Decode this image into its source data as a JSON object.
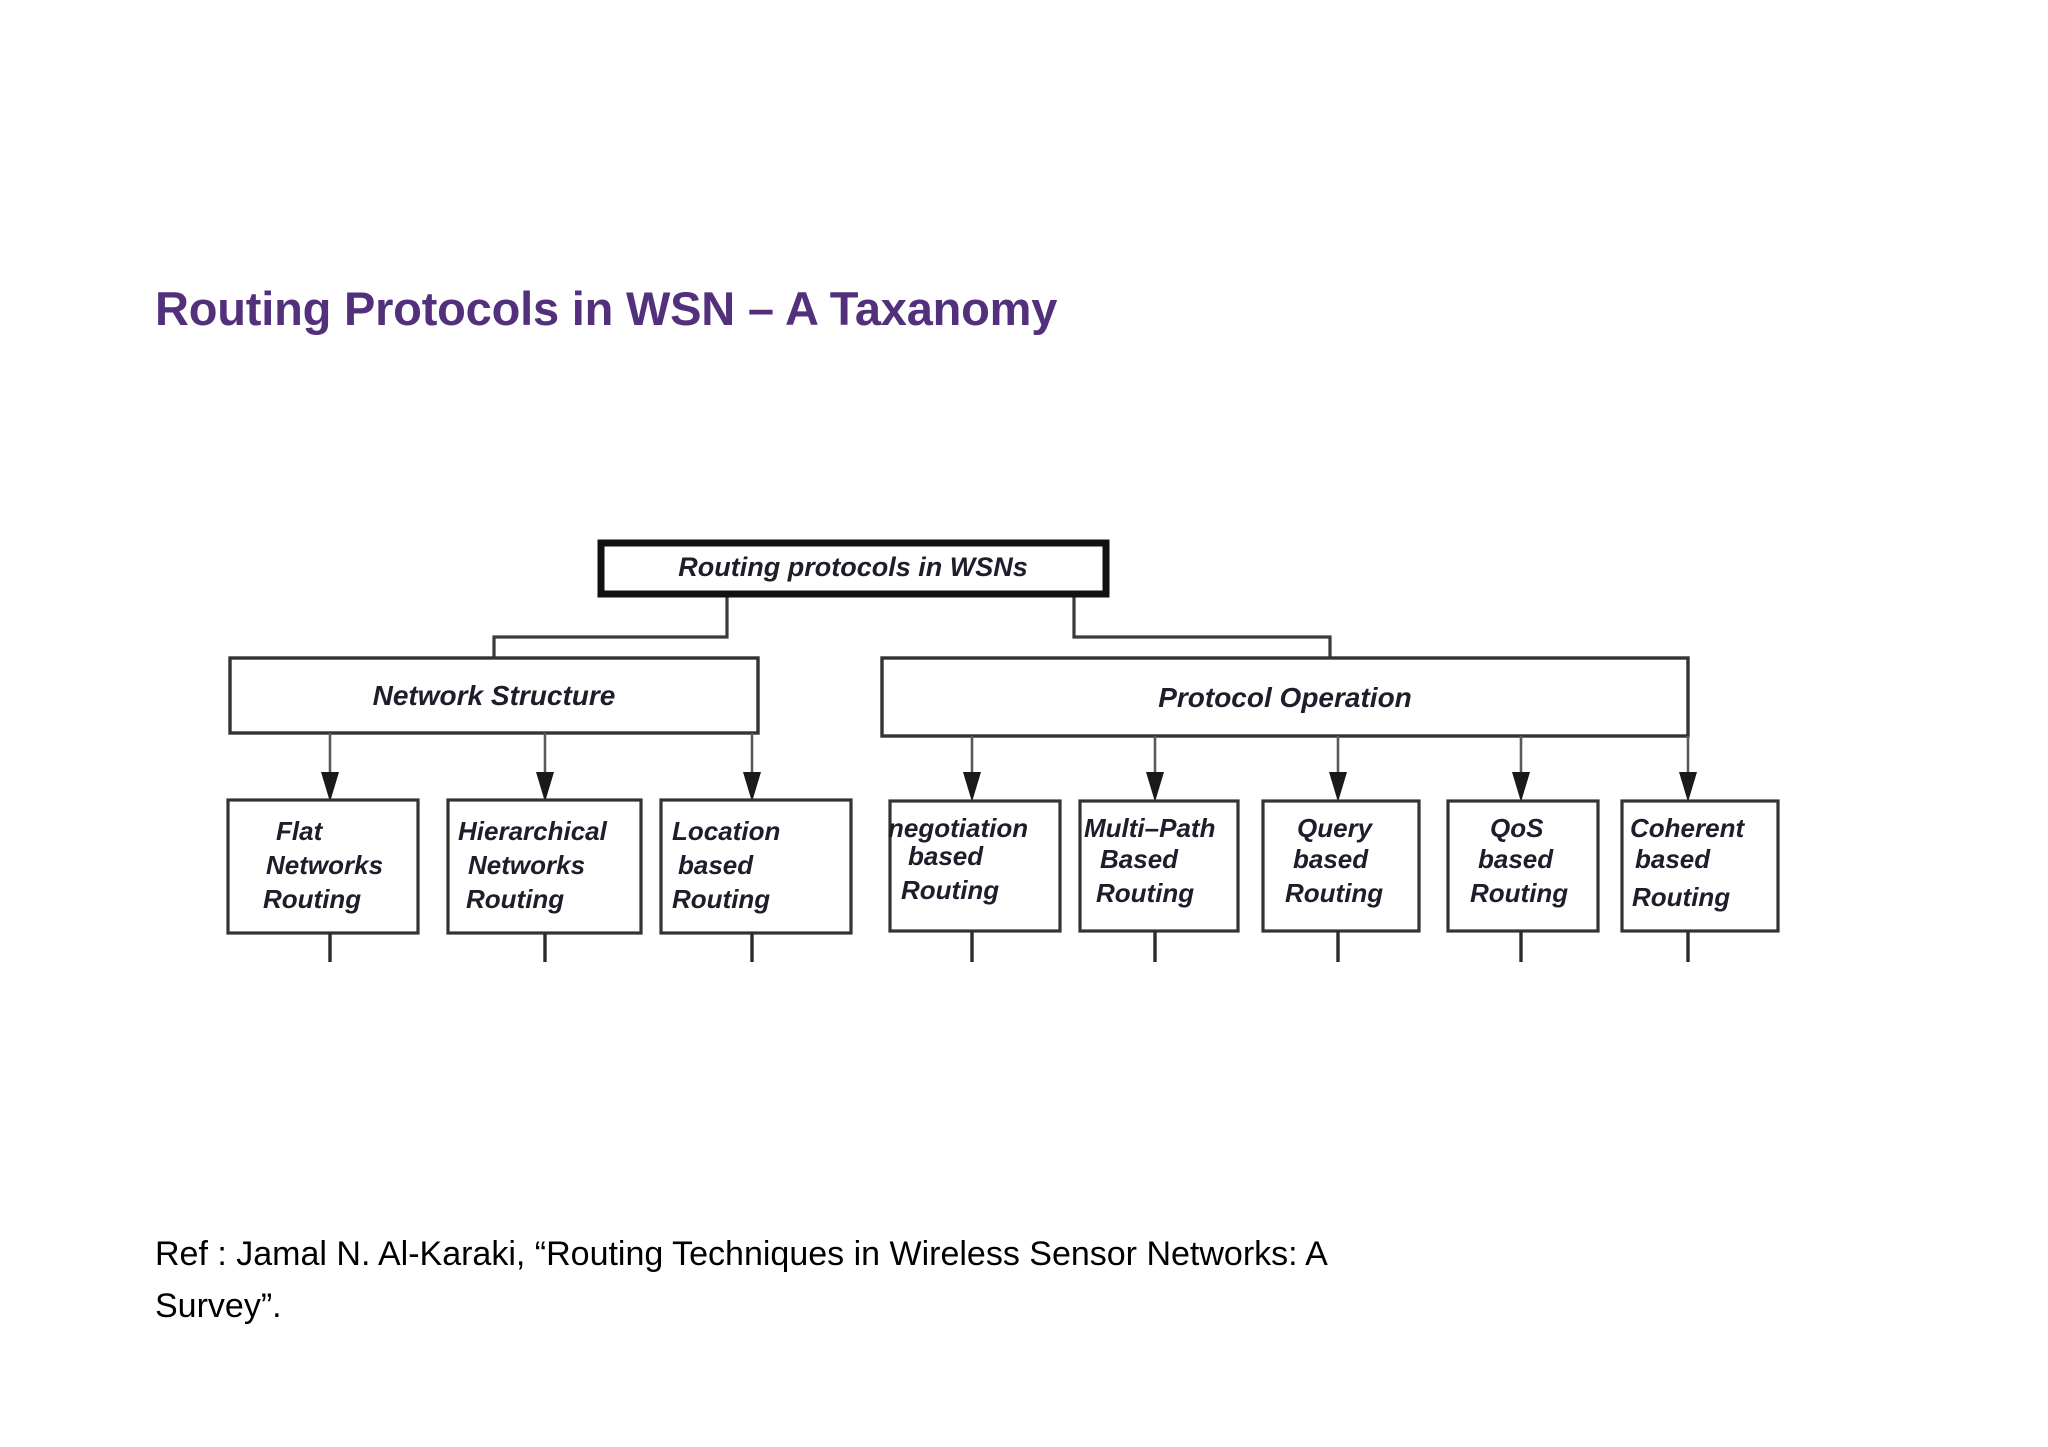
{
  "slide": {
    "title": "Routing Protocols in WSN – A Taxanomy",
    "background_color": "#ffffff",
    "title_color": "#52307c"
  },
  "diagram": {
    "type": "tree",
    "root": {
      "label": "Routing protocols in WSNs"
    },
    "branches": [
      {
        "label": "Network Structure",
        "children": [
          {
            "line1": "Flat",
            "line2": "Networks",
            "line3": "Routing"
          },
          {
            "line1": "Hierarchical",
            "line2": "Networks",
            "line3": "Routing"
          },
          {
            "line1": "Location",
            "line2": "based",
            "line3": "Routing"
          }
        ]
      },
      {
        "label": "Protocol Operation",
        "children": [
          {
            "line1": "negotiation",
            "line2": "based",
            "line3": "Routing"
          },
          {
            "line1": "Multi–Path",
            "line2": "Based",
            "line3": "Routing"
          },
          {
            "line1": "Query",
            "line2": "based",
            "line3": "Routing"
          },
          {
            "line1": "QoS",
            "line2": "based",
            "line3": "Routing"
          },
          {
            "line1": "Coherent",
            "line2": "based",
            "line3": "Routing"
          }
        ]
      }
    ],
    "line_color": "#2b2b2b",
    "box_fill": "#ffffff"
  },
  "reference": {
    "line1": "Ref : Jamal N. Al-Karaki, “Routing Techniques in Wireless Sensor Networks: A",
    "line2": "Survey”."
  }
}
